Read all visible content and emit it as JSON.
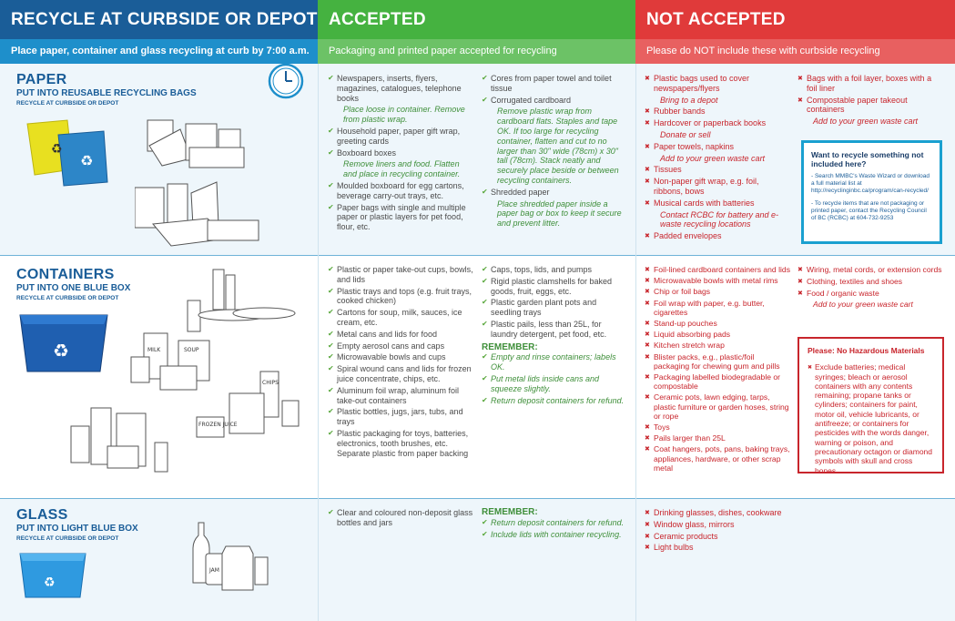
{
  "headers": {
    "curbside": {
      "title": "RECYCLE AT CURBSIDE OR DEPOT",
      "subtitle": "Place paper, container and glass recycling at curb by 7:00 a.m."
    },
    "accepted": {
      "title": "ACCEPTED",
      "subtitle": "Packaging and printed paper accepted for recycling"
    },
    "not_accepted": {
      "title": "NOT ACCEPTED",
      "subtitle": "Please do NOT include these with curbside recycling"
    }
  },
  "colors": {
    "blue": "#1a5d98",
    "green": "#3f8f3a",
    "red": "#c8252c"
  },
  "paper": {
    "title": "PAPER",
    "subtitle": "PUT INTO REUSABLE RECYCLING BAGS",
    "note": "RECYCLE AT CURBSIDE OR DEPOT",
    "accepted_col1": [
      {
        "text": "Newspapers, inserts, flyers, magazines, catalogues, telephone books",
        "note": "Place loose in container. Remove from plastic wrap."
      },
      {
        "text": "Household paper, paper gift wrap, greeting cards"
      },
      {
        "text": "Boxboard boxes",
        "note": "Remove liners and food. Flatten and place in recycling container."
      },
      {
        "text": "Moulded boxboard for egg cartons, beverage carry-out trays, etc."
      },
      {
        "text": "Paper bags with single and multiple paper or plastic layers for pet food, flour, etc."
      }
    ],
    "accepted_col2": [
      {
        "text": "Cores from paper towel and toilet tissue"
      },
      {
        "text": "Corrugated cardboard",
        "note": "Remove plastic wrap from cardboard flats. Staples and tape OK. If too large for recycling container, flatten and cut to no larger than 30\" wide (78cm) x 30\" tall (78cm). Stack neatly and securely place beside or between recycling containers."
      },
      {
        "text": "Shredded paper",
        "note": "Place shredded paper inside a paper bag or box to keep it secure and prevent litter."
      }
    ],
    "not_col1": [
      {
        "text": "Plastic bags used to cover newspapers/flyers",
        "note": "Bring to a depot"
      },
      {
        "text": "Rubber bands"
      },
      {
        "text": "Hardcover or paperback books",
        "note": "Donate or sell"
      },
      {
        "text": "Paper towels, napkins",
        "note": "Add to your green waste cart"
      },
      {
        "text": "Tissues"
      },
      {
        "text": "Non-paper gift wrap, e.g. foil, ribbons, bows"
      },
      {
        "text": "Musical cards with batteries",
        "note": "Contact RCBC for battery and e-waste recycling locations"
      },
      {
        "text": "Padded envelopes"
      }
    ],
    "not_col2": [
      {
        "text": "Bags with a foil layer, boxes with a foil liner"
      },
      {
        "text": "Compostable paper takeout containers",
        "note": "Add to your green waste cart"
      }
    ]
  },
  "info_box": {
    "title": "Want to recycle something not included here?",
    "line1": "- Search MMBC's Waste Wizard or download a full material list at http://recyclinginbc.ca/program/can-recycled/",
    "line2": "- To recycle items that are not packaging or printed paper, contact the Recycling Council of BC (RCBC) at 604-732-9253"
  },
  "containers": {
    "title": "CONTAINERS",
    "subtitle": "PUT INTO ONE BLUE BOX",
    "note": "RECYCLE AT CURBSIDE OR DEPOT",
    "accepted_col1": [
      {
        "text": "Plastic or paper take-out cups, bowls, and lids"
      },
      {
        "text": "Plastic trays and tops (e.g. fruit trays, cooked chicken)"
      },
      {
        "text": "Cartons for soup, milk, sauces, ice cream, etc."
      },
      {
        "text": "Metal cans and lids for food"
      },
      {
        "text": "Empty aerosol cans and caps"
      },
      {
        "text": "Microwavable bowls and cups"
      },
      {
        "text": "Spiral wound cans and lids for frozen juice concentrate, chips, etc."
      },
      {
        "text": "Aluminum foil wrap, aluminum foil take-out containers"
      },
      {
        "text": "Plastic bottles, jugs, jars, tubs, and trays"
      },
      {
        "text": "Plastic packaging for toys, batteries, electronics, tooth brushes, etc. Separate plastic from paper backing"
      }
    ],
    "accepted_col2": [
      {
        "text": "Caps, tops, lids, and pumps"
      },
      {
        "text": "Rigid plastic clamshells for baked goods, fruit, eggs, etc."
      },
      {
        "text": "Plastic garden plant pots and seedling trays"
      },
      {
        "text": "Plastic pails, less than 25L, for laundry detergent, pet food, etc."
      }
    ],
    "remember_title": "REMEMBER:",
    "remember": [
      "Empty and rinse containers; labels OK.",
      "Put metal lids inside cans and squeeze slightly.",
      "Return deposit containers for refund."
    ],
    "not_col1": [
      "Foil-lined cardboard containers and lids",
      "Microwavable bowls with metal rims",
      "Chip or foil bags",
      "Foil wrap with paper, e.g. butter, cigarettes",
      "Stand-up pouches",
      "Liquid absorbing pads",
      "Kitchen stretch wrap",
      "Blister packs, e.g., plastic/foil packaging for chewing gum and pills",
      "Packaging labelled biodegradable or compostable",
      "Ceramic pots, lawn edging, tarps, plastic furniture or garden hoses, string or rope",
      "Toys",
      "Pails larger than 25L",
      "Coat hangers, pots, pans, baking trays, appliances, hardware, or other scrap metal"
    ],
    "not_col2": [
      {
        "text": "Wiring, metal cords, or extension cords"
      },
      {
        "text": "Clothing, textiles and shoes"
      },
      {
        "text": "Food / organic waste",
        "note": "Add to your green waste cart"
      }
    ]
  },
  "hazard_box": {
    "title": "Please: No Hazardous Materials",
    "text": "Exclude batteries; medical syringes; bleach or aerosol containers with any contents remaining; propane tanks or cylinders; containers for paint, motor oil, vehicle lubricants, or antifreeze; or containers for pesticides with the words danger, warning or poison, and precautionary octagon or diamond symbols with skull and cross bones"
  },
  "glass": {
    "title": "GLASS",
    "subtitle": "PUT INTO LIGHT BLUE BOX",
    "note": "RECYCLE AT CURBSIDE OR DEPOT",
    "accepted_col1": [
      {
        "text": "Clear and coloured non-deposit glass bottles and jars"
      }
    ],
    "remember_title": "REMEMBER:",
    "remember": [
      "Return deposit containers for refund.",
      "Include lids with container recycling."
    ],
    "not_col1": [
      "Drinking glasses, dishes, cookware",
      "Window glass, mirrors",
      "Ceramic products",
      "Light bulbs"
    ]
  },
  "image_labels": {
    "milk": "MILK",
    "soup": "SOUP",
    "chips": "CHIPS",
    "jam": "JAM",
    "juice": "FROZEN JUICE"
  }
}
